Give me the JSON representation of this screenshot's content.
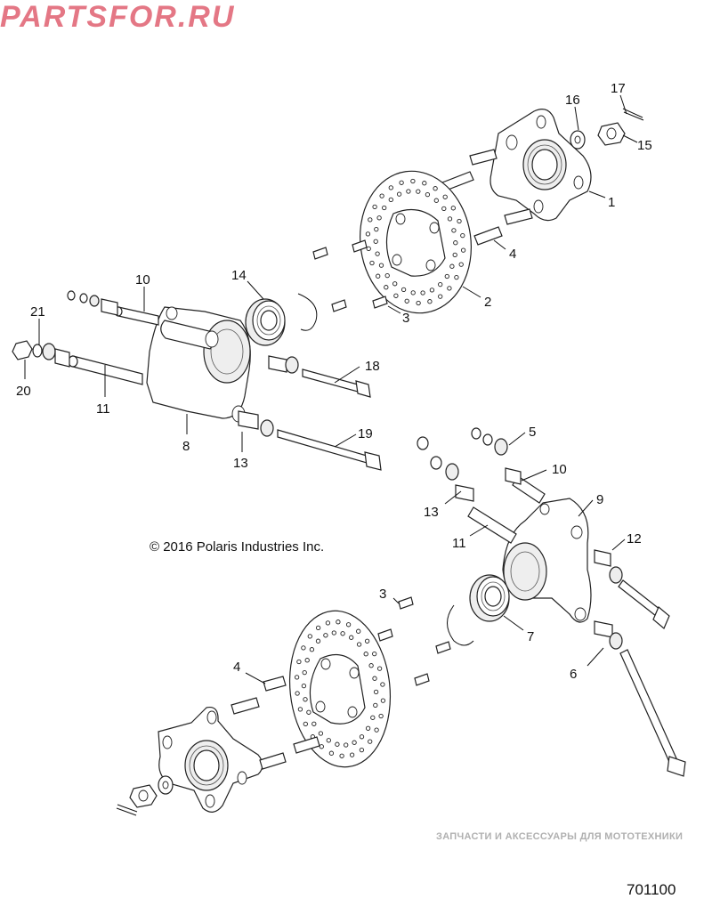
{
  "copyright": "© 2016 Polaris Industries Inc.",
  "diagram_number": "701100",
  "watermark": {
    "tagline": "ЗАПЧАСТИ И АКСЕССУАРЫ ДЛЯ МОТОТЕХНИКИ",
    "logo": "PARTSFOR.RU",
    "color": "#e06070"
  },
  "callouts": [
    {
      "id": "c17",
      "label": "17"
    },
    {
      "id": "c16",
      "label": "16"
    },
    {
      "id": "c15",
      "label": "15"
    },
    {
      "id": "c1",
      "label": "1"
    },
    {
      "id": "c4a",
      "label": "4"
    },
    {
      "id": "c2",
      "label": "2"
    },
    {
      "id": "c3a",
      "label": "3"
    },
    {
      "id": "c14",
      "label": "14"
    },
    {
      "id": "c10a",
      "label": "10"
    },
    {
      "id": "c21",
      "label": "21"
    },
    {
      "id": "c20",
      "label": "20"
    },
    {
      "id": "c11a",
      "label": "11"
    },
    {
      "id": "c8",
      "label": "8"
    },
    {
      "id": "c13a",
      "label": "13"
    },
    {
      "id": "c18",
      "label": "18"
    },
    {
      "id": "c19",
      "label": "19"
    },
    {
      "id": "c5",
      "label": "5"
    },
    {
      "id": "c10b",
      "label": "10"
    },
    {
      "id": "c9",
      "label": "9"
    },
    {
      "id": "c13b",
      "label": "13"
    },
    {
      "id": "c11b",
      "label": "11"
    },
    {
      "id": "c12",
      "label": "12"
    },
    {
      "id": "c3b",
      "label": "3"
    },
    {
      "id": "c7",
      "label": "7"
    },
    {
      "id": "c4b",
      "label": "4"
    },
    {
      "id": "c6",
      "label": "6"
    }
  ]
}
